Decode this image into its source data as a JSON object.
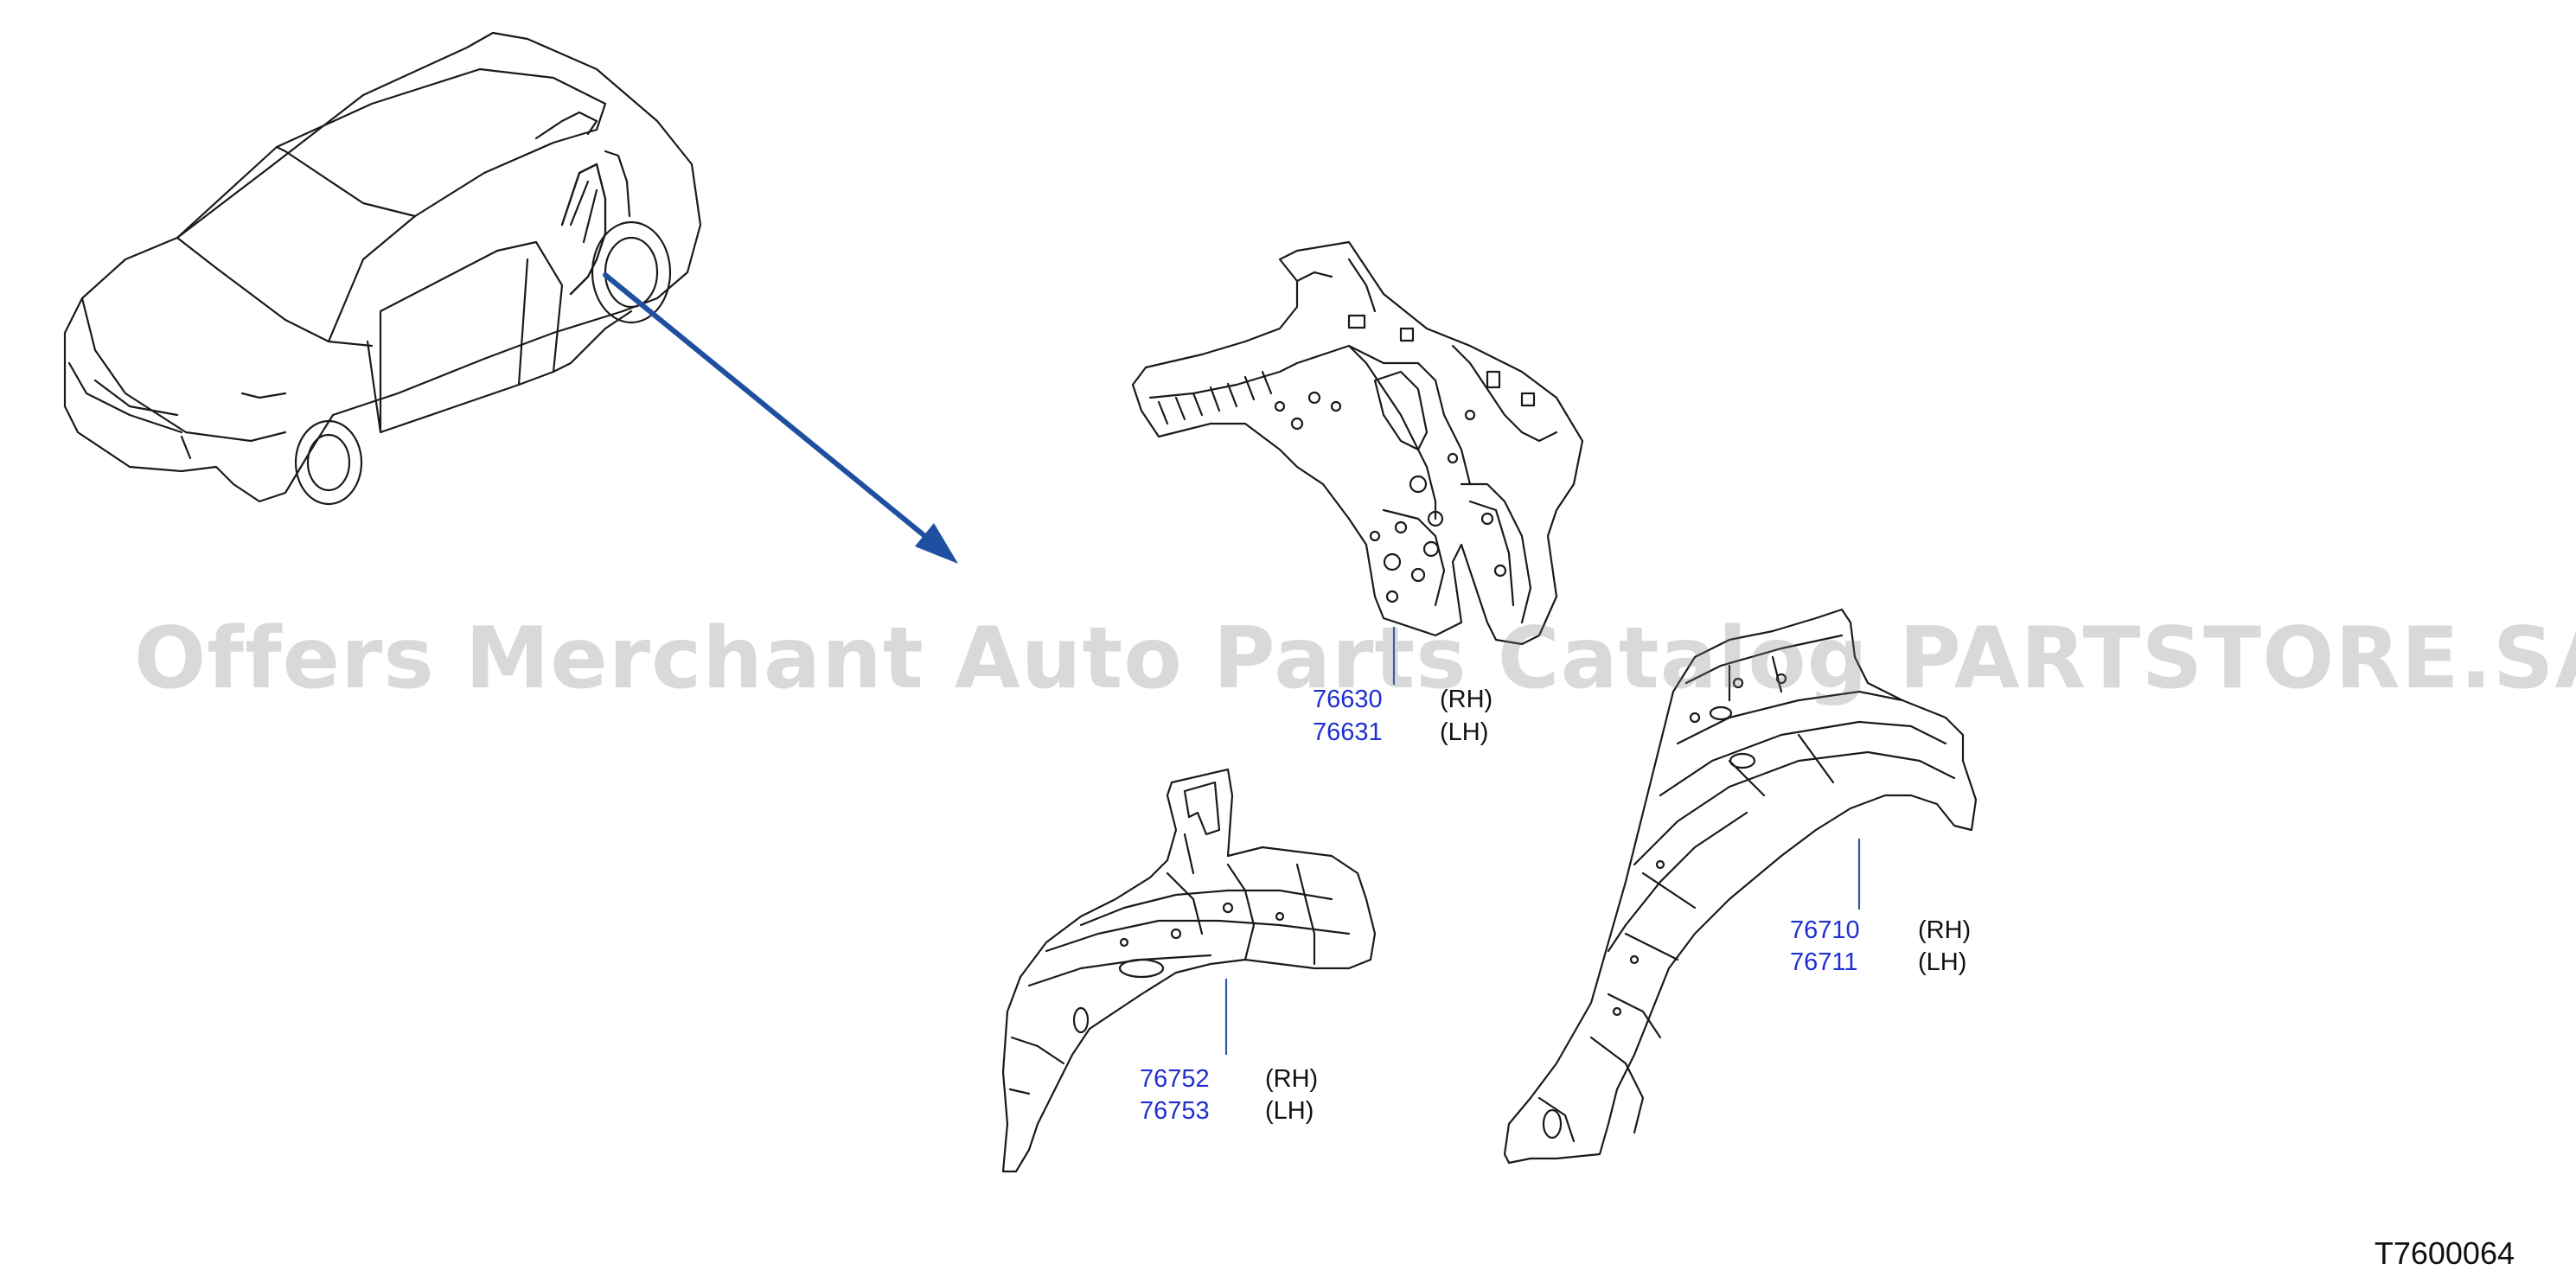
{
  "diagram": {
    "watermark": "Offers Merchant Auto Parts Catalog PARTSTORE.SA",
    "drawing_code": "T7600064",
    "parts": [
      {
        "rh": "76630",
        "lh": "76631",
        "rh_side": "(RH)",
        "lh_side": "(LH)"
      },
      {
        "rh": "76710",
        "lh": "76711",
        "rh_side": "(RH)",
        "lh_side": "(LH)"
      },
      {
        "rh": "76752",
        "lh": "76753",
        "rh_side": "(RH)",
        "lh_side": "(LH)"
      }
    ],
    "colors": {
      "line": "#1a1a1a",
      "arrow": "#1f4fa0",
      "part_number": "#1f2fd0",
      "leader": "#2a5aa8"
    }
  }
}
